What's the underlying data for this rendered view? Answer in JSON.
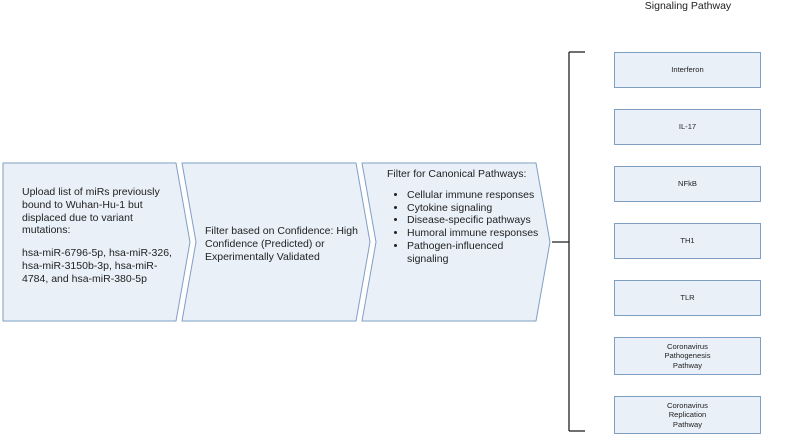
{
  "header": "Signaling Pathway",
  "steps": {
    "step1": {
      "intro": "Upload list of miRs previously bound to Wuhan-Hu-1 but displaced due to variant mutations:",
      "mirs": "hsa-miR-6796-5p, hsa-miR-326, hsa-miR-3150b-3p, hsa-miR-4784, and hsa-miR-380-5p"
    },
    "step2": {
      "text": "Filter based on Confidence: High Confidence (Predicted) or Experimentally Validated"
    },
    "step3": {
      "title": "Filter for Canonical Pathways:",
      "items": [
        "Cellular immune responses",
        "Cytokine signaling",
        "Disease-specific pathways",
        "Humoral immune responses",
        "Pathogen-influenced signaling"
      ]
    }
  },
  "pathways": [
    "Interferon",
    "IL-17",
    "NFkB",
    "TH1",
    "TLR",
    "Coronavirus Pathogenesis Pathway",
    "Coronavirus Replication Pathway"
  ],
  "colors": {
    "fill": "#e9f0f8",
    "stroke": "#7f9fc4",
    "line": "#222222"
  }
}
